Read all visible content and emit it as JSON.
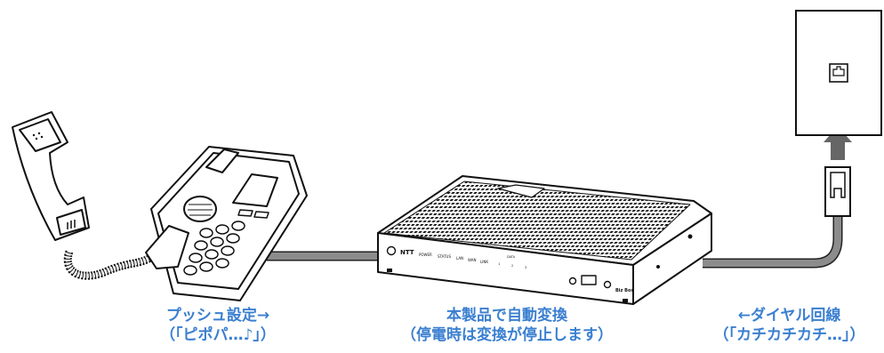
{
  "colors": {
    "caption": "#3a7fd0",
    "stroke": "#111111",
    "cable": "#8c8c8c",
    "cable_edge": "#222222",
    "arrow": "#666666"
  },
  "router": {
    "brand": "NTT",
    "labels": [
      "POWER",
      "STATUS",
      "LAN",
      "WAN",
      "LINK",
      "DATA"
    ],
    "port_labels": [
      "1",
      "2",
      "3"
    ],
    "model": "Biz Box"
  },
  "captions": {
    "phone": {
      "line1": "プッシュ設定→",
      "line2": "（「ピポパ…♪」）"
    },
    "router": {
      "line1": "本製品で自動変換",
      "line2": "（停電時は変換が停止します）"
    },
    "line": {
      "line1": "←ダイヤル回線",
      "line2": "（「カチカチカチ…」）"
    }
  }
}
